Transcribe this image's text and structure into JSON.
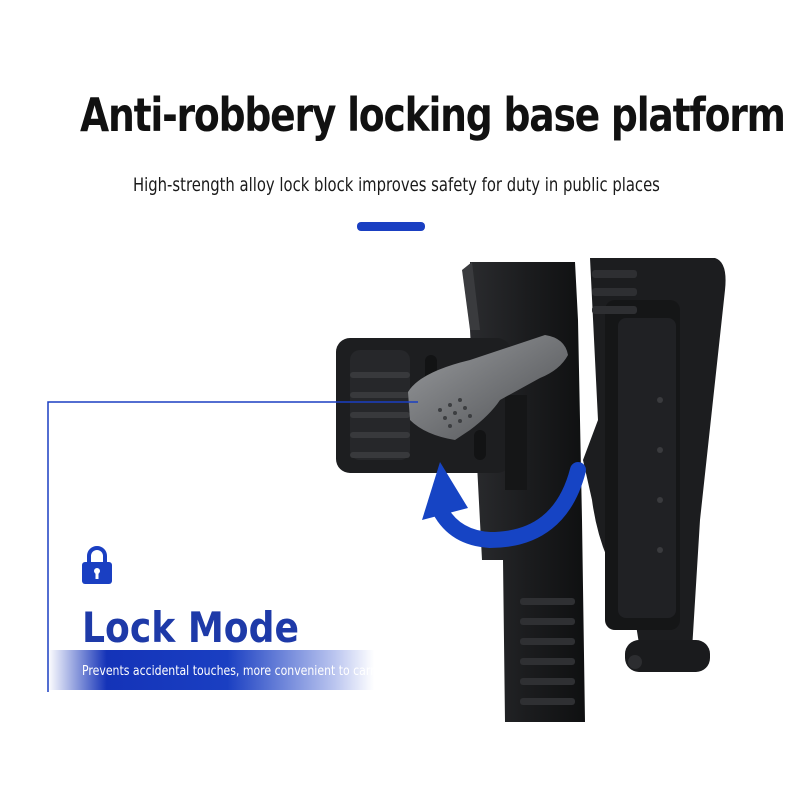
{
  "header": {
    "title": "Anti-robbery locking base platform",
    "subtitle": "High-strength alloy lock block improves safety for duty in public places"
  },
  "feature": {
    "mode_title": "Lock Mode",
    "description": "Prevents accidental touches, more convenient to carry",
    "icon": "padlock-icon"
  },
  "colors": {
    "accent": "#1a3fc2",
    "mode_title": "#1e3aa8",
    "product_body": "#1f1f21",
    "lever": "#6b6d70",
    "arrow": "#1644c4"
  }
}
